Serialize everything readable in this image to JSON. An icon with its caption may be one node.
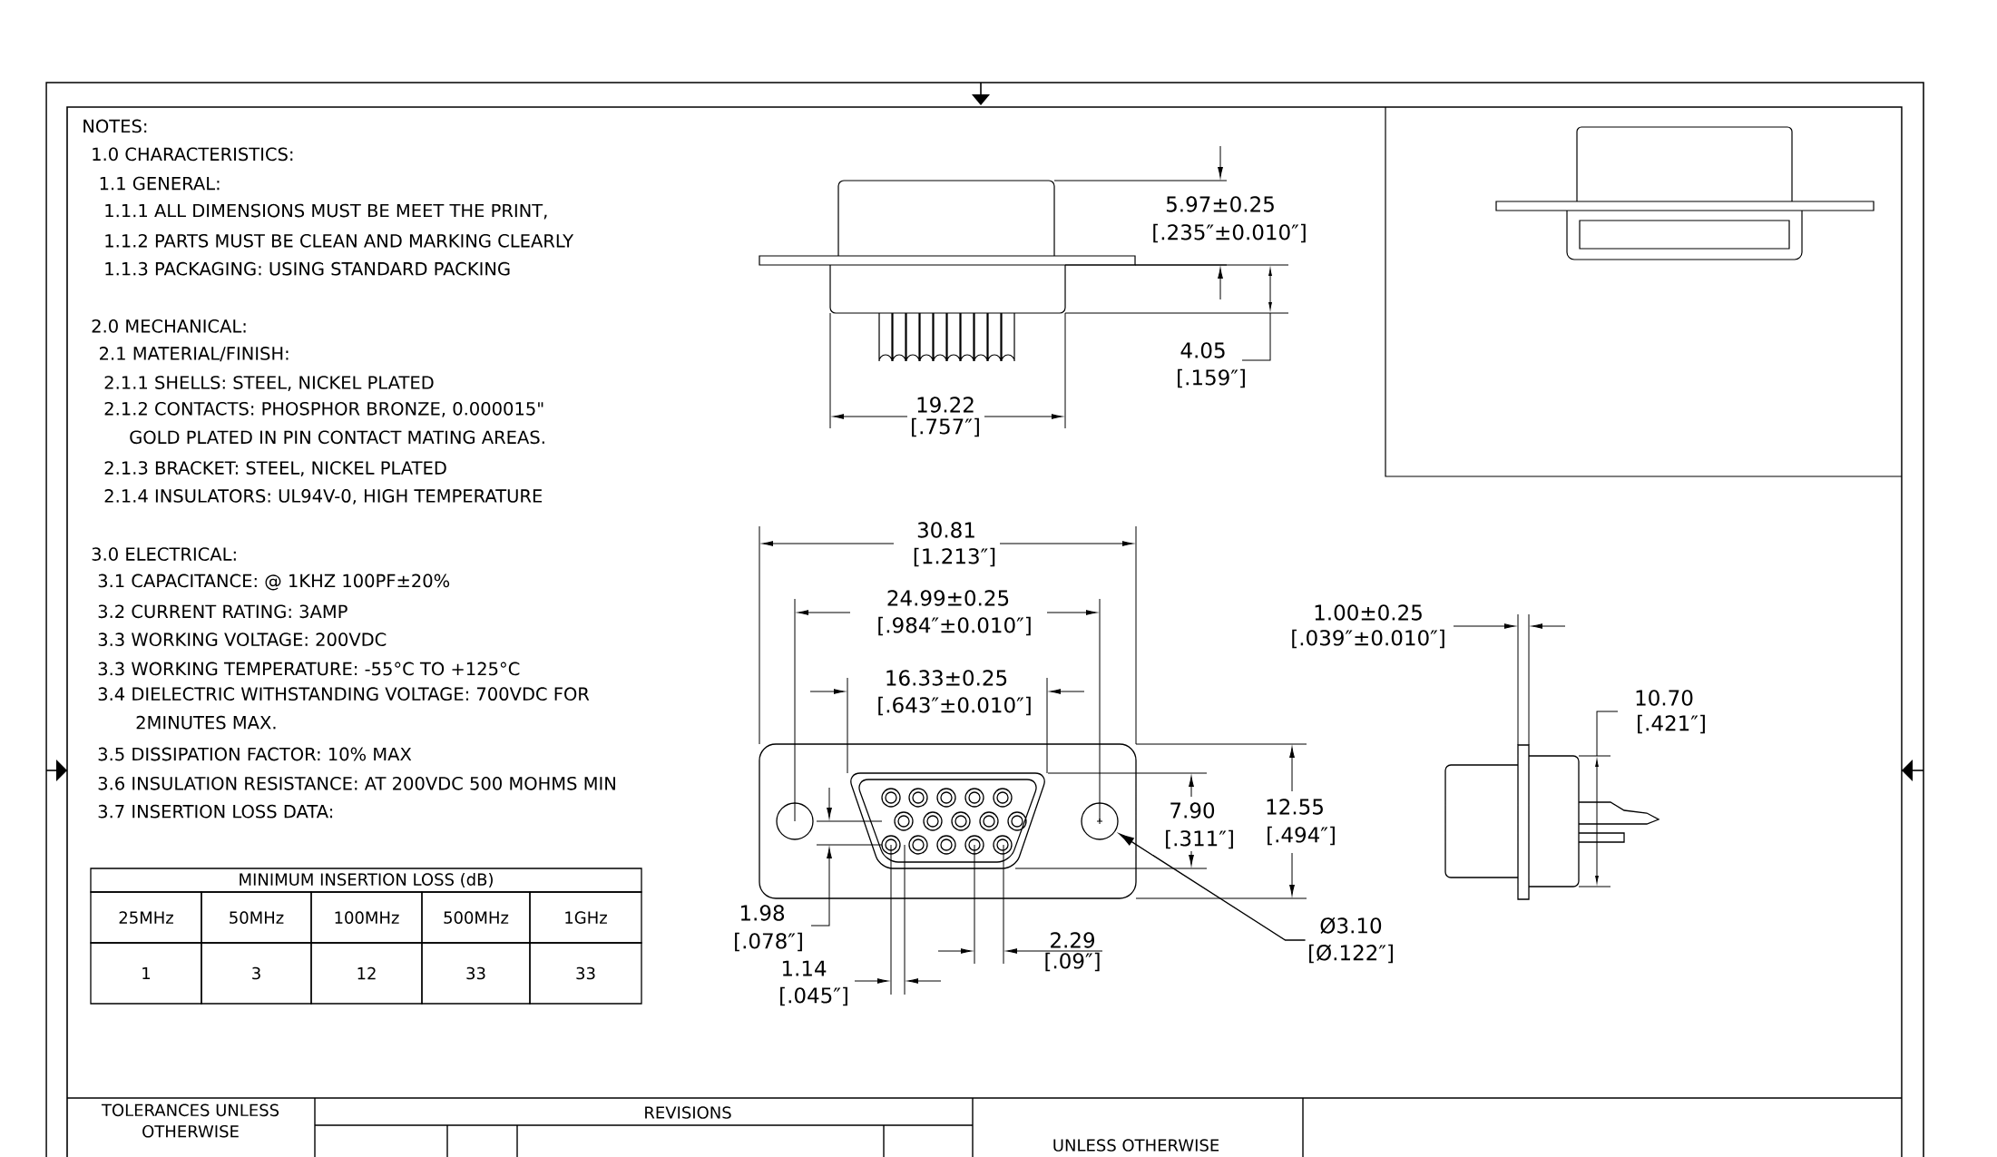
{
  "diagram": {
    "nodes": [
      {
        "text": [
          "Ø3.10",
          "[Ø.122″]"
        ]
      },
      {
        "text": [],
        "shape": "circle"
      }
    ],
    "edges": [
      {
        "from": 0,
        "to": 1,
        "arrow": "to"
      }
    ],
    "labels": [
      "NOTES:",
      "1.0 CHARACTERISTICS:",
      "1.1 GENERAL:",
      "1.1.1 ALL DIMENSIONS MUST BE MEET THE PRINT,",
      "1.1.2 PARTS MUST BE CLEAN AND MARKING CLEARLY",
      "1.1.3 PACKAGING: USING STANDARD PACKING",
      "2.0 MECHANICAL:",
      "2.1 MATERIAL/FINISH:",
      "2.1.1 SHELLS: STEEL, NICKEL PLATED",
      "2.1.2 CONTACTS: PHOSPHOR BRONZE, 0.000015\" GOLD PLATED IN PIN CONTACT MATING AREAS.",
      "2.1.3 BRACKET: STEEL, NICKEL PLATED",
      "2.1.4 INSULATORS: UL94V-0, HIGH TEMPERATURE",
      "3.0 ELECTRICAL:",
      "3.1 CAPACITANCE: @ 1KHZ 100PF±20%",
      "3.2 CURRENT RATING: 3AMP",
      "3.3 WORKING VOLTAGE: 200VDC",
      "3.3 WORKING TEMPERATURE: -55°C TO +125°C",
      "3.4 DIELECTRIC WITHSTANDING VOLTAGE: 700VDC FOR 2MINUTES MAX.",
      "3.5 DISSIPATION FACTOR: 10% MAX",
      "3.6 INSULATION RESISTANCE: AT 200VDC 500 MOHMS MIN",
      "3.7 INSERTION LOSS DATA:",
      "MINIMUM INSERTION LOSS (dB)",
      "25MHz",
      "50MHz",
      "100MHz",
      "500MHz",
      "1GHz",
      "1",
      "3",
      "12",
      "33",
      "33",
      "5.97±0.25",
      "[.235″±0.010″]",
      "4.05",
      "[.159″]",
      "19.22",
      "[.757″]",
      "30.81",
      "[1.213″]",
      "24.99±0.25",
      "[.984″±0.010″]",
      "16.33±0.25",
      "[.643″±0.010″]",
      "1.00±0.25",
      "[.039″±0.010″]",
      "10.70",
      "[.421″]",
      "7.90",
      "[.311″]",
      "12.55",
      "[.494″]",
      "1.98",
      "[.078″]",
      "2.29",
      "1.14",
      "[.09″]",
      "[.045″]",
      "TOLERANCES UNLESS OTHERWISE",
      "REVISIONS",
      "UNLESS OTHERWISE"
    ]
  }
}
